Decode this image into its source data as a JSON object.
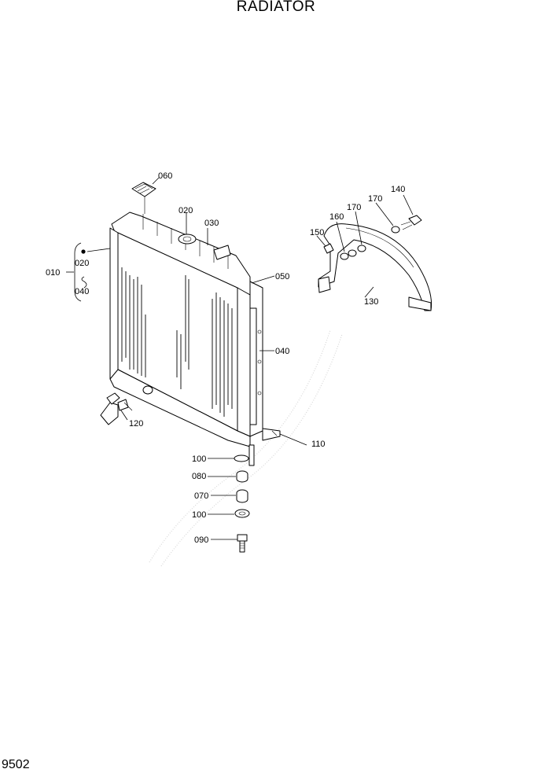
{
  "header": {
    "title": "RADIATOR"
  },
  "footer": {
    "page_number": "9502"
  },
  "callouts": {
    "c010": "010",
    "c020a": "020",
    "c040a": "040",
    "c020": "020",
    "c030": "030",
    "c050": "050",
    "c060": "060",
    "c040": "040",
    "c110": "110",
    "c120": "120",
    "c100a": "100",
    "c080": "080",
    "c070": "070",
    "c100b": "100",
    "c090": "090",
    "c130": "130",
    "c140": "140",
    "c150": "150",
    "c160": "160",
    "c170a": "170",
    "c170b": "170"
  }
}
